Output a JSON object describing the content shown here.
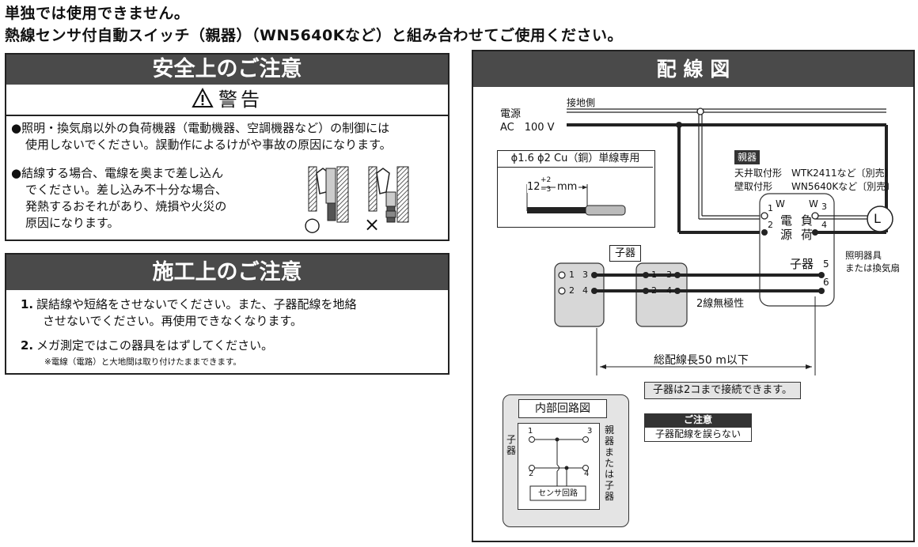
{
  "header": {
    "line1": "単独では使用できません。",
    "line2": "熱線センサ付自動スイッチ（親器）（WN5640Kなど）と組み合わせてご使用ください。"
  },
  "safety": {
    "title": "安全上のご注意",
    "warning_label": "警告",
    "item1_line1": "●照明・換気扇以外の負荷機器（電動機器、空調機器など）の制御には",
    "item1_line2": "使用しないでください。誤動作によるけがや事故の原因になります。",
    "item2_line1": "●結線する場合、電線を奥まで差し込ん",
    "item2_line2": "でください。差し込み不十分な場合、",
    "item2_line3": "発熱するおそれがあり、焼損や火災の",
    "item2_line4": "原因になります。",
    "ok_mark": "○",
    "ng_mark": "×"
  },
  "construction": {
    "title": "施工上のご注意",
    "item1_num": "1.",
    "item1_line1": "誤結線や短絡をさせないでください。また、子器配線を地絡",
    "item1_line2": "させないでください。再使用できなくなります。",
    "item2_num": "2.",
    "item2_line1": "メガ測定ではこの器具をはずしてください。",
    "note": "※電線（電路）と大地間は取り付けたままできます。"
  },
  "wiring": {
    "title": "配 線 図",
    "ground_label": "接地側",
    "power_label1": "電源",
    "power_label2": "AC　100 V",
    "wire_spec_title": "ϕ1.6 ϕ2 Cu（銅）単線専用",
    "strip_length_base": "12",
    "strip_length_plus": "+2",
    "strip_length_minus": "−3",
    "strip_length_unit": "mm",
    "parent_badge": "親器",
    "parent_ceiling_type": "天井取付形",
    "parent_ceiling_model": "WTK2411など〔別売〕",
    "parent_wall_type": "壁取付形",
    "parent_wall_model": "WN5640Kなど〔別売〕",
    "child_tag": "子器",
    "term_w": "W",
    "term_1": "1",
    "term_2": "2",
    "term_3": "3",
    "term_4": "4",
    "term_5": "5",
    "term_6": "6",
    "label_power_a": "電",
    "label_power_b": "源",
    "label_load_a": "負",
    "label_load_b": "荷",
    "label_child": "子器",
    "load_symbol": "L",
    "load_note1": "照明器具",
    "load_note2": "または換気扇",
    "two_wire": "2線無極性",
    "total_length": "総配線長50 m以下",
    "child_limit": "子器は2コまで接続できます。",
    "caution_title": "ご注意",
    "caution_text": "子器配線を誤らない",
    "internal_title": "内部回路図",
    "internal_child": "子器",
    "internal_parent": "親器または子器",
    "sensor_circuit": "センサ回路"
  }
}
